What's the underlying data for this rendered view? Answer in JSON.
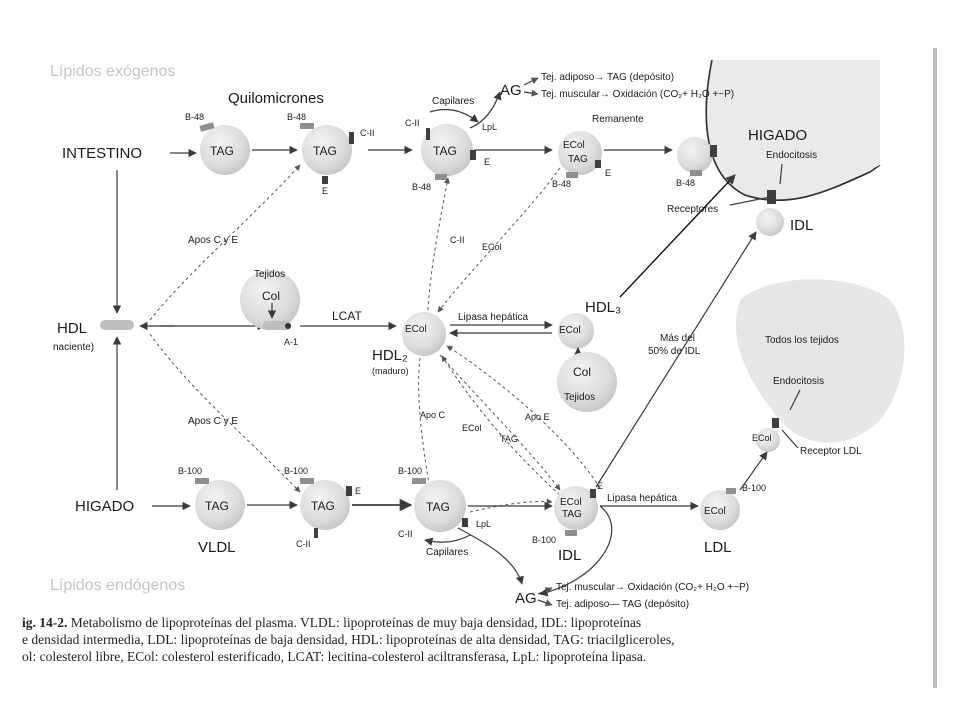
{
  "labels": {
    "exogenous": "Lípidos exógenos",
    "endogenous": "Lípidos endógenos",
    "quilomicrones": "Quilomicrones",
    "intestino": "INTESTINO",
    "higado_top": "HIGADO",
    "higado_bottom": "HIGADO",
    "hdl_naciente_1": "HDL",
    "hdl_naciente_2": "naciente)",
    "tag": "TAG",
    "ecol": "ECol",
    "col": "Col",
    "b48": "B-48",
    "b100": "B-100",
    "c2": "C-II",
    "e": "E",
    "a1": "A-1",
    "capilares": "Capilares",
    "lpl": "LpL",
    "remanente": "Remanente",
    "endocitosis": "Endocitosis",
    "receptores": "Receptores",
    "idl": "IDL",
    "ag": "AG",
    "tej_adiposo_top": "Tej. adiposo→ TAG (depósito)",
    "tej_muscular_top": "Tej. muscular→ Oxidación (CO₂+ H₂O +~P)",
    "tej_muscular_bottom": "Tej. muscular→ Oxidación (CO₂+ H₂O +~P)",
    "tej_adiposo_bottom": "Tej. adiposo— TAG (depósito)",
    "apos_ce_top": "Apos C y E",
    "apos_ce_bottom": "Apos C y E",
    "tejidos": "Tejidos",
    "lcat": "LCAT",
    "lipasa_hepatica": "Lipasa hepática",
    "lipasa_hepatica_2": "Lipasa hepática",
    "hdl3": "HDL₃",
    "hdl2": "HDL₂",
    "maduro": "(maduro)",
    "mas_del_1": "Más del",
    "mas_del_2": "50% de IDL",
    "todos_tejidos": "Todos los tejidos",
    "receptor_ldl": "Receptor LDL",
    "apoc": "Apo C",
    "apoe": "Apo E",
    "vldl": "VLDL",
    "ldl": "LDL"
  },
  "caption": {
    "lead": "ig. 14-2.",
    "line1": " Metabolismo de lipoproteínas del plasma. VLDL: lipoproteínas de muy baja densidad, IDL: lipoproteínas",
    "line2": "e densidad intermedia, LDL: lipoproteínas de baja densidad, HDL: lipoproteínas de alta densidad, TAG: triacilgliceroles,",
    "line3": "ol: colesterol libre, ECol: colesterol esterificado, LCAT: lecitina-colesterol aciltransferasa, LpL: lipoproteína lipasa."
  }
}
